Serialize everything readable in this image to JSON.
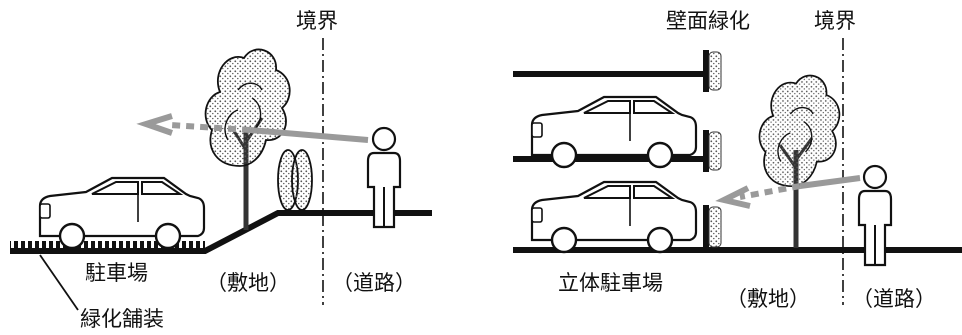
{
  "left_scene": {
    "boundary_label": "境界",
    "parking_label": "駐車場",
    "site_label": "（敷地）",
    "road_label": "（道路）",
    "paving_label": "緑化舗装"
  },
  "right_scene": {
    "boundary_label": "境界",
    "wall_greening_label": "壁面緑化",
    "parking_label": "立体駐車場",
    "site_label": "（敷地）",
    "road_label": "（道路）"
  },
  "colors": {
    "ink": "#111111",
    "sightline": "#9a9a9a",
    "foliage_dots": "#555555"
  }
}
